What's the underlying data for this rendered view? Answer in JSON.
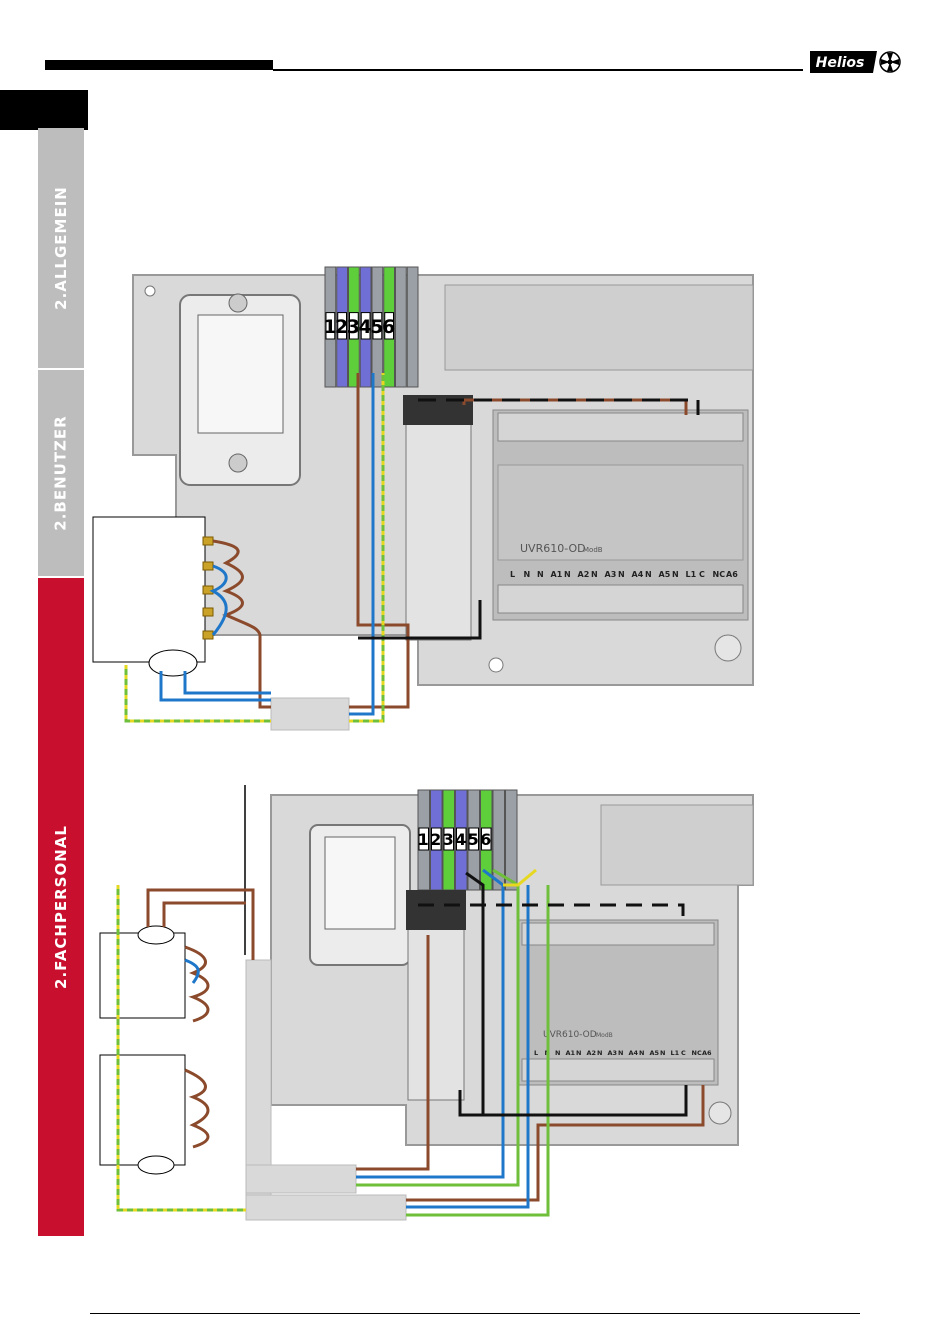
{
  "header": {
    "logo_text": "Helios"
  },
  "side_tabs": {
    "allgemein": "2.ALLGEMEIN",
    "benutzer": "2.BENUTZER",
    "fachpersonal": "2.FACHPERSONAL"
  },
  "diagram_top": {
    "controller_label": "UVR610-OD",
    "controller_suffix": "ModB",
    "terminal_numbers": [
      "1",
      "2",
      "3",
      "4",
      "5",
      "6"
    ],
    "output_labels": [
      "L",
      "N",
      "N",
      "A1",
      "N",
      "A2",
      "N",
      "A3",
      "N",
      "A4",
      "N",
      "A5",
      "N",
      "L1",
      "C",
      "NC",
      "A6"
    ]
  },
  "diagram_bottom": {
    "controller_label": "UVR610-OD",
    "controller_suffix": "ModB",
    "terminal_numbers": [
      "1",
      "2",
      "3",
      "4",
      "5",
      "6"
    ],
    "output_labels": [
      "L",
      "N",
      "N",
      "A1",
      "N",
      "A2",
      "N",
      "A3",
      "N",
      "A4",
      "N",
      "A5",
      "N",
      "L1",
      "C",
      "NC",
      "A6"
    ]
  },
  "colors": {
    "accent": "#c8102e",
    "tab_grey": "#bdbdbd",
    "wire_brown": "#8b4a2b",
    "wire_blue": "#1f77c9",
    "wire_green": "#6fbf3a",
    "wire_yellow": "#e6d820",
    "wire_black": "#111111"
  }
}
